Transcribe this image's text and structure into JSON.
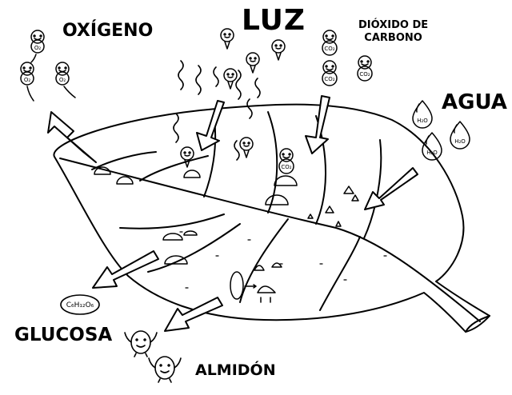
{
  "labels": {
    "oxygen": "OXÍGENO",
    "light": "LUZ",
    "co2_line1": "DIÓXIDO DE",
    "co2_line2": "CARBONO",
    "water": "AGUA",
    "glucose": "GLUCOSA",
    "starch": "ALMIDÓN"
  },
  "formulas": {
    "o2": "O₂",
    "co2": "CO₂",
    "h2o": "H₂O",
    "glucose": "C₆H₁₂O₆"
  },
  "palette": {
    "ink": "#000000",
    "paper": "#ffffff"
  }
}
